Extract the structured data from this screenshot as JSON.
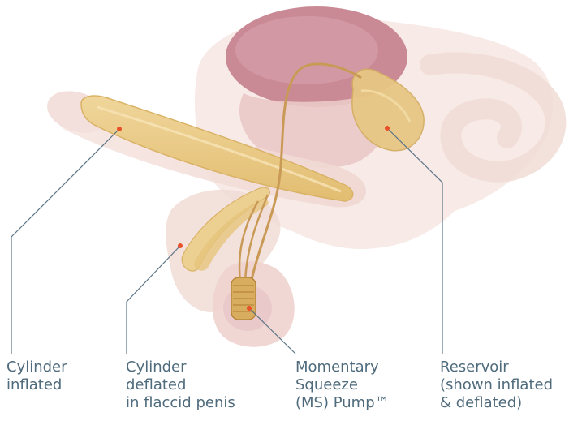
{
  "diagram": {
    "labels": [
      {
        "id": "cylinder-inflated",
        "lines": [
          "Cylinder",
          "inflated"
        ]
      },
      {
        "id": "cylinder-deflated",
        "lines": [
          "Cylinder",
          "deflated",
          "in flaccid penis"
        ]
      },
      {
        "id": "ms-pump",
        "lines": [
          "Momentary",
          "Squeeze",
          "(MS) Pump™"
        ]
      },
      {
        "id": "reservoir",
        "lines": [
          "Reservoir",
          "(shown inflated",
          "& deflated)"
        ]
      }
    ]
  },
  "colors": {
    "leader_line": "#5a7486",
    "marker_dot": "#e8502a",
    "label_text": "#4f6b7c",
    "tissue": "#f2dcd6",
    "device_gold": "#e7c784",
    "bladder": "#c98a96"
  }
}
